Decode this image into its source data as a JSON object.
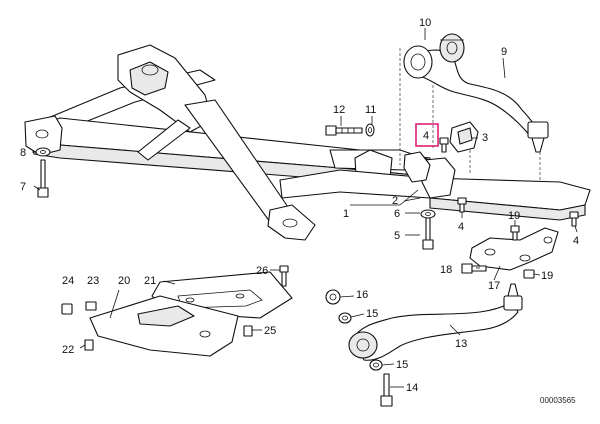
{
  "diagram": {
    "reference_number": "00003565",
    "highlight_color": "#e0207a",
    "callouts": [
      {
        "id": "c10",
        "text": "10"
      },
      {
        "id": "c9",
        "text": "9"
      },
      {
        "id": "c12",
        "text": "12"
      },
      {
        "id": "c11",
        "text": "11"
      },
      {
        "id": "c4a",
        "text": "4",
        "highlighted": true
      },
      {
        "id": "c3",
        "text": "3"
      },
      {
        "id": "c8",
        "text": "8"
      },
      {
        "id": "c7",
        "text": "7"
      },
      {
        "id": "c2",
        "text": "2"
      },
      {
        "id": "c1",
        "text": "1"
      },
      {
        "id": "c6",
        "text": "6"
      },
      {
        "id": "c5",
        "text": "5"
      },
      {
        "id": "c4b",
        "text": "4"
      },
      {
        "id": "c19a",
        "text": "19"
      },
      {
        "id": "c4c",
        "text": "4"
      },
      {
        "id": "c18",
        "text": "18"
      },
      {
        "id": "c17",
        "text": "17"
      },
      {
        "id": "c19b",
        "text": "19"
      },
      {
        "id": "c26",
        "text": "26"
      },
      {
        "id": "c24",
        "text": "24"
      },
      {
        "id": "c23",
        "text": "23"
      },
      {
        "id": "c20",
        "text": "20"
      },
      {
        "id": "c21",
        "text": "21"
      },
      {
        "id": "c16",
        "text": "16"
      },
      {
        "id": "c15a",
        "text": "15"
      },
      {
        "id": "c25",
        "text": "25"
      },
      {
        "id": "c22",
        "text": "22"
      },
      {
        "id": "c13",
        "text": "13"
      },
      {
        "id": "c15b",
        "text": "15"
      },
      {
        "id": "c14",
        "text": "14"
      }
    ]
  }
}
